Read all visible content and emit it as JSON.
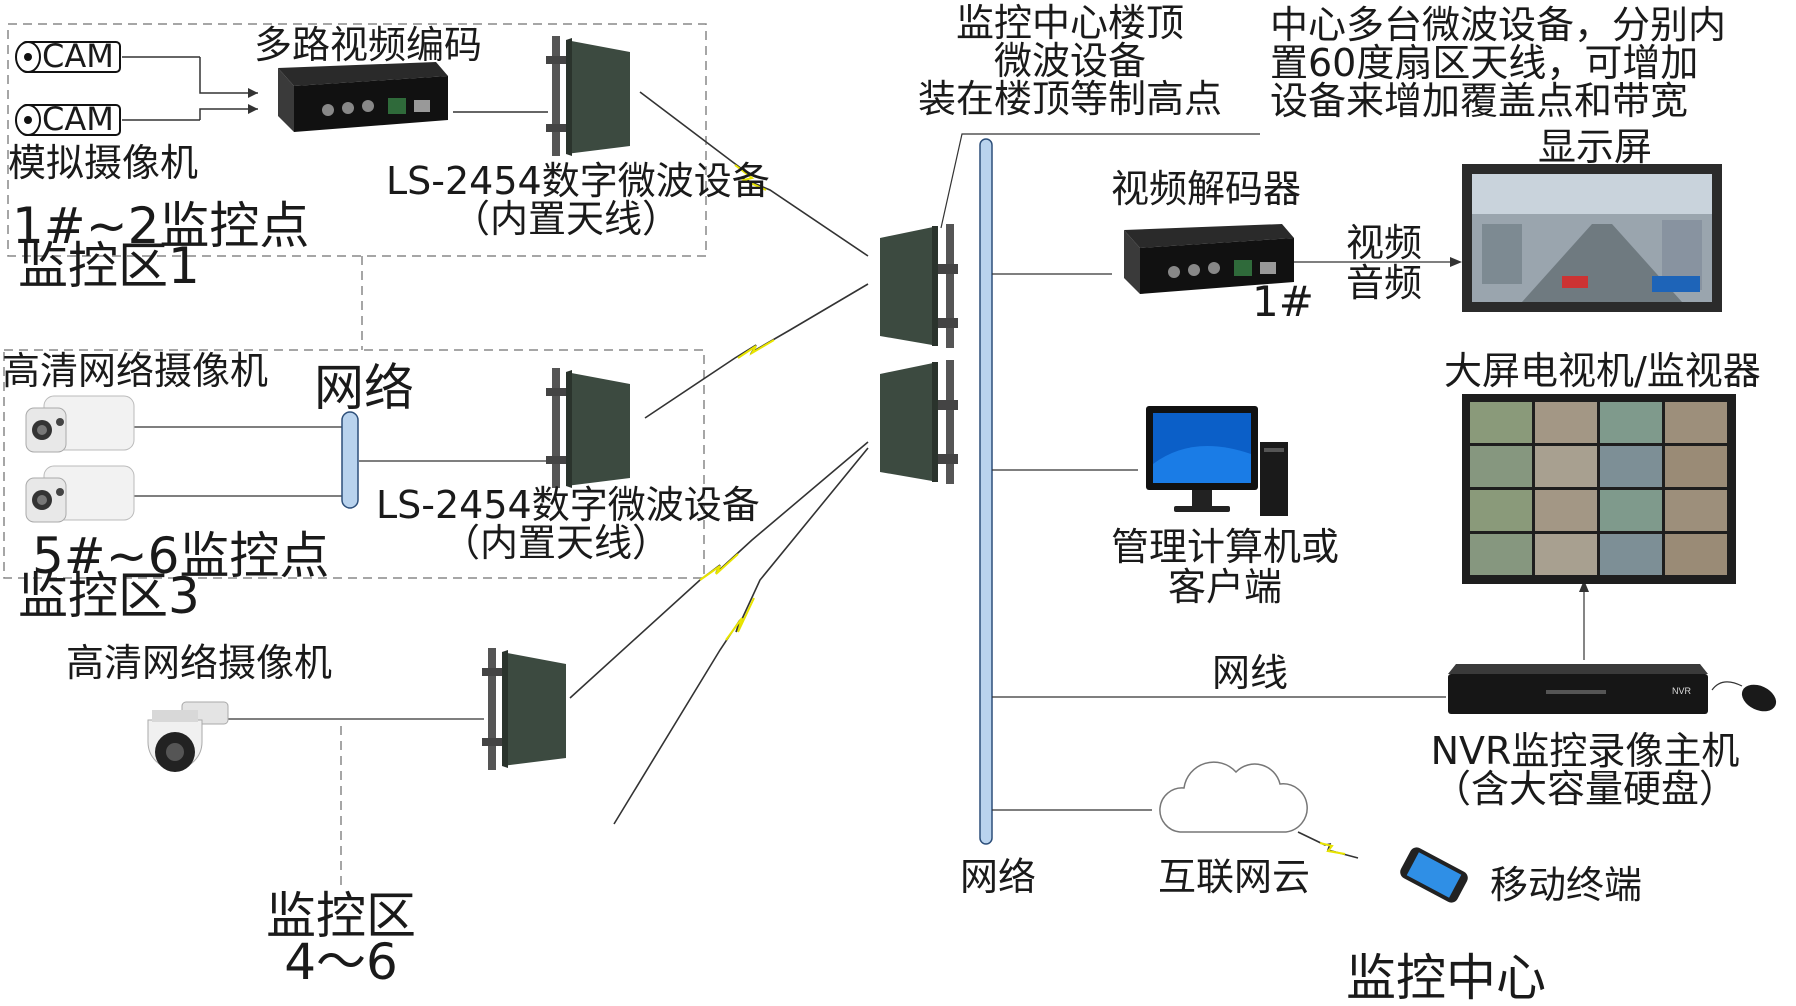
{
  "zone1": {
    "cam_label_1": "CAM",
    "cam_label_2": "CAM",
    "encoder_title": "多路视频编码",
    "analog_camera": "模拟摄像机",
    "device_name": "LS-2454数字微波设备",
    "device_note": "（内置天线）",
    "points": "1#~2监控点",
    "zone": "监控区1"
  },
  "zone3": {
    "camera_title": "高清网络摄像机",
    "network": "网络",
    "device_name": "LS-2454数字微波设备",
    "device_note": "（内置天线）",
    "points": "5#~6监控点",
    "zone": "监控区3"
  },
  "zone46": {
    "camera_title": "高清网络摄像机",
    "zone_line1": "监控区",
    "zone_line2": "4～6"
  },
  "center": {
    "rooftop_line1": "监控中心楼顶",
    "rooftop_line2": "微波设备",
    "rooftop_line3": "装在楼顶等制高点",
    "multi_line1": "中心多台微波设备，分别内",
    "multi_line2": "置60度扇区天线，可增加",
    "multi_line3": "设备来增加覆盖点和带宽",
    "display": "显示屏",
    "decoder": "视频解码器",
    "decoder_id": "1#",
    "video": "视频",
    "audio": "音频",
    "big_screen": "大屏电视机/监视器",
    "pc_line1": "管理计算机或",
    "pc_line2": "客户端",
    "cable": "网线",
    "nvr_line1": "NVR监控录像主机",
    "nvr_line2": "（含大容量硬盘）",
    "network": "网络",
    "cloud": "互联网云",
    "mobile": "移动终端",
    "title": "监控中心"
  },
  "icons": {
    "cam1": "analog-camera-icon",
    "cam2": "analog-camera-icon",
    "encoder": "video-encoder-icon",
    "radio": "microwave-radio-icon",
    "bullet": "bullet-camera-icon",
    "dome": "dome-camera-icon",
    "switch": "network-switch-icon",
    "decoder": "video-decoder-icon",
    "monitor": "display-screen-icon",
    "videowall": "video-wall-icon",
    "pc": "computer-icon",
    "nvr": "nvr-icon",
    "mouse": "mouse-icon",
    "cloud": "cloud-icon",
    "phone": "mobile-phone-icon"
  },
  "colors": {
    "link": "#e8e400",
    "wire": "#333333",
    "dash": "#888888",
    "pipe": "#b9d3ee",
    "radio_face": "#3c4a40"
  }
}
